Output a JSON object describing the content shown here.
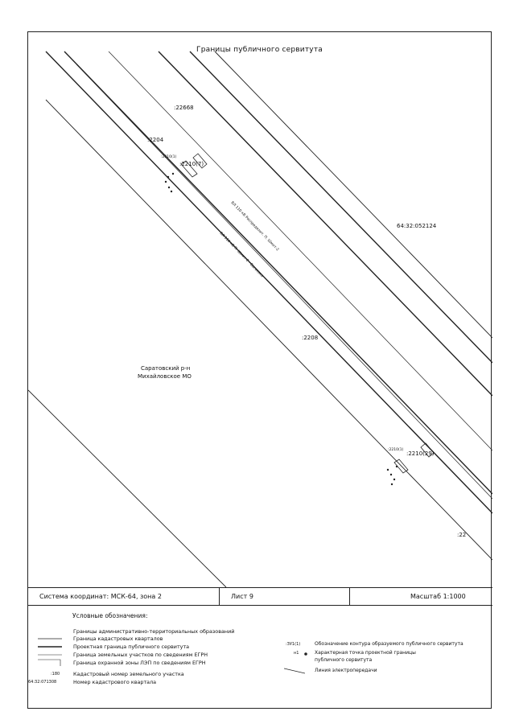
{
  "title": "Границы публичного сервитута",
  "map": {
    "parcels": {
      "p22668": ":22668",
      "p2204": ":2204",
      "p2210_7": ":2210(7)",
      "p2210_29": ":2210(29)",
      "p2208": ":2208",
      "p22": ":22",
      "cad_block": "64:32:052124",
      "ctr_top": ":2210(1)",
      "ctr_bottom": ":2210(1)"
    },
    "lines": {
      "line1": "ВЛ 110 кВ Распределит. П. Шмит-2",
      "line2": "ВЛ 110 кВ П. Шмит-2 - Багаевка"
    },
    "district": {
      "line1": "Саратовский р-н",
      "line2": "Михайловское МО"
    }
  },
  "info": {
    "coords": "Система координат: МСК-64, зона 2",
    "sheet": "Лист 9",
    "scale": "Масштаб 1:1000"
  },
  "legend": {
    "heading": "Условные обозначения:",
    "items": {
      "admin_border": "Границы административно-территориальных образований",
      "cad_quarter": "Граница кадастровых кварталов",
      "project_border": "Проектная граница публичного сервитута",
      "land_plots": "Граница земельных участков по сведениям ЕГРН",
      "protect_zone": "Граница охранной зоны ЛЭП по сведениям ЕГРН",
      "parcel_number": "Кадастровый номер земельного участка",
      "quarter_number": "Номер кадастрового квартала",
      "contour_desc": "Обозначение контура образуемого публичного сервитута",
      "char_point_1": "Характерная точка проектной границы",
      "char_point_2": "публичного сервитута",
      "power_line": "Линия электропередачи"
    },
    "symbols": {
      "parcel_number": ":180",
      "quarter_number": "64:32:071308",
      "contour": ":ЗУ1(1)",
      "point": "н1"
    }
  }
}
